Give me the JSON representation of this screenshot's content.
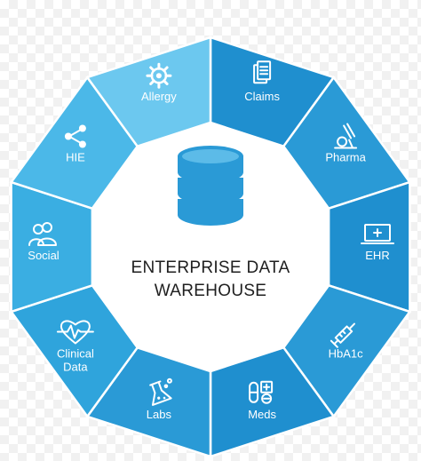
{
  "center": {
    "title_line1": "ENTERPRISE DATA",
    "title_line2": "WAREHOUSE",
    "icon": "database-icon"
  },
  "segments": [
    {
      "label": "Claims",
      "icon": "document-icon",
      "color": "#1f8fcf"
    },
    {
      "label": "Pharma",
      "icon": "microscope-icon",
      "color": "#2a9ad6"
    },
    {
      "label": "EHR",
      "icon": "laptop-icon",
      "color": "#1f8fcf"
    },
    {
      "label": "HbA1c",
      "icon": "syringe-icon",
      "color": "#2a9ad6"
    },
    {
      "label": "Meds",
      "icon": "pills-icon",
      "color": "#1f8fcf"
    },
    {
      "label": "Labs",
      "icon": "flask-icon",
      "color": "#2a9ad6"
    },
    {
      "label": "Clinical\nData",
      "icon": "heart-pulse-icon",
      "color": "#2fa4dc"
    },
    {
      "label": "Social",
      "icon": "users-icon",
      "color": "#3aaee2"
    },
    {
      "label": "HIE",
      "icon": "share-icon",
      "color": "#4bb8e8"
    },
    {
      "label": "Allergy",
      "icon": "virus-icon",
      "color": "#6cc8ef"
    }
  ],
  "colors": {
    "ring_border": "#ffffff",
    "center_fill": "#ffffff",
    "db_icon": "#2a9ad6"
  }
}
